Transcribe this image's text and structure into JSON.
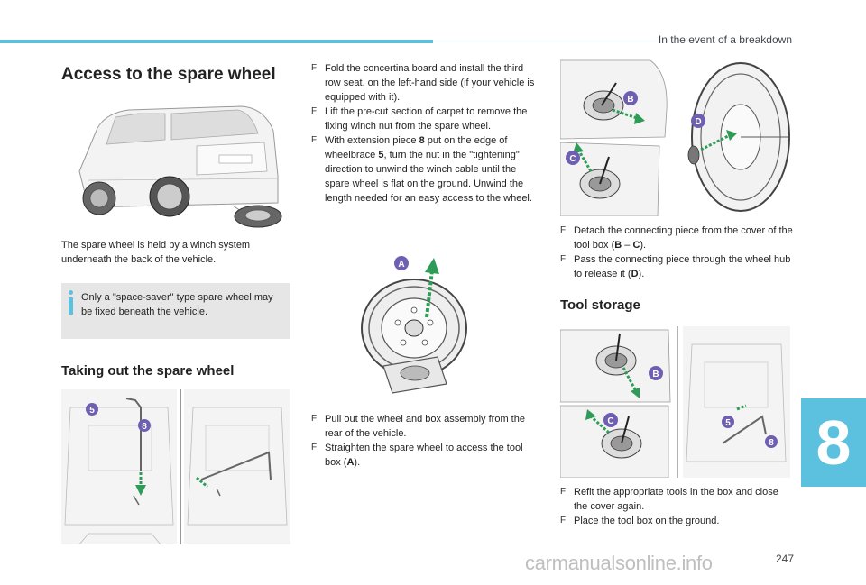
{
  "header": {
    "section": "In the event of a breakdown",
    "tab_number": "8",
    "page_number": "247"
  },
  "watermark": "carmanualsonline.info",
  "left": {
    "title": "Access to the spare wheel",
    "intro": "The spare wheel is held by a winch system underneath the back of the vehicle.",
    "note": "Only a \"space-saver\" type spare wheel may be fixed beneath the vehicle.",
    "subtitle": "Taking out the spare wheel"
  },
  "middle": {
    "steps": [
      {
        "text": "Fold the concertina board and install the third row seat, on the left-hand side (if your vehicle is equipped with it)."
      },
      {
        "text": "Lift the pre-cut section of carpet to remove the fixing winch nut from the spare wheel."
      },
      {
        "pre": "With extension piece ",
        "b1": "8",
        "mid": " put on the edge of wheelbrace ",
        "b2": "5",
        "post": ", turn the nut in the \"tightening\" direction to unwind the winch cable until the spare wheel is flat on the ground. Unwind the length needed for an easy access to the wheel."
      },
      {
        "text": "Pull out the wheel and box assembly from the rear of the vehicle."
      },
      {
        "pre": "Straighten the spare wheel to access the tool box (",
        "b1": "A",
        "post": ")."
      }
    ]
  },
  "right": {
    "steps": [
      {
        "pre": "Detach the connecting piece from the cover of the tool box (",
        "b1": "B",
        "mid": " – ",
        "b2": "C",
        "post": ")."
      },
      {
        "pre": "Pass the connecting piece through the wheel hub to release it (",
        "b1": "D",
        "post": ")."
      }
    ],
    "subtitle": "Tool storage",
    "steps2": [
      {
        "text": "Refit the appropriate tools in the box and close the cover again."
      },
      {
        "text": "Place the tool box on the ground."
      }
    ]
  },
  "bullet_marker": "F",
  "labels": {
    "a": "A",
    "b": "B",
    "c": "C",
    "d": "D",
    "five": "5",
    "eight": "8"
  },
  "colors": {
    "accent": "#5bc1df",
    "label_purple": "#6f5fb2",
    "note_bg": "#e6e6e6"
  },
  "icons": [
    "info-icon",
    "arrow-icon"
  ]
}
